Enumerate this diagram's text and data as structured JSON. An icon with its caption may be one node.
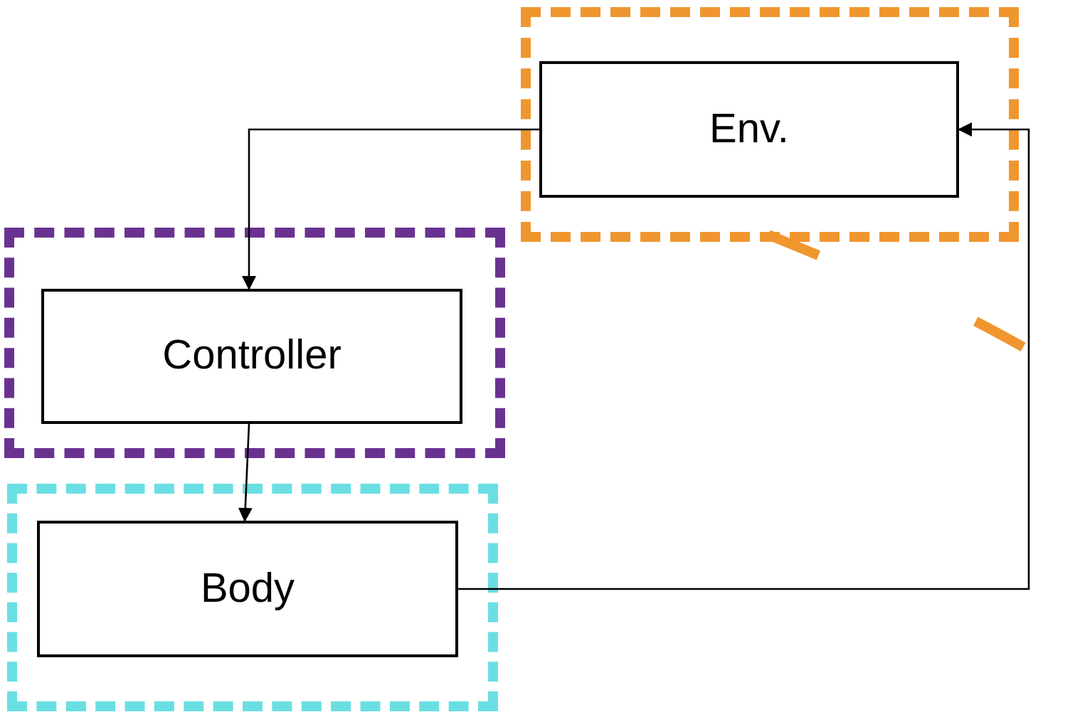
{
  "diagram": {
    "nodes": [
      {
        "text": [],
        "shape": "box"
      },
      {
        "text": [
          "Env."
        ],
        "in": 0
      },
      {
        "text": [],
        "shape": "box"
      },
      {
        "text": [
          "Controller"
        ],
        "in": 2
      },
      {
        "text": [],
        "shape": "box"
      },
      {
        "text": [
          "Body"
        ],
        "in": 4
      }
    ],
    "edges": [
      {
        "from": 1,
        "to": 3,
        "arrow": "to"
      },
      {
        "from": 3,
        "to": 5,
        "arrow": "to"
      },
      {
        "from": 5,
        "to": 1,
        "arrow": "to"
      }
    ]
  }
}
